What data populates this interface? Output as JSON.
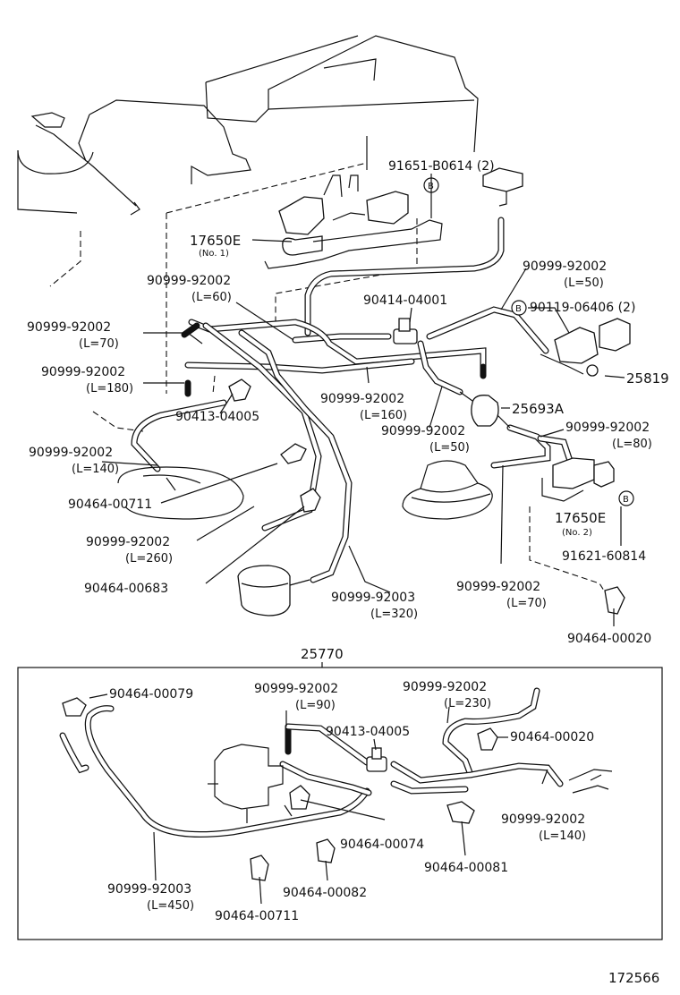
{
  "diagram_number": "172566",
  "assembly_label": "25770",
  "upper_labels": {
    "screw_b0614": "91651-B0614 (2)",
    "vsv_no1_code": "17650E",
    "vsv_no1_note": "(No. 1)",
    "hose_l60_code": "90999-92002",
    "hose_l60_len": "(L=60)",
    "tee_04001": "90414-04001",
    "hose_l50a_code": "90999-92002",
    "hose_l50a_len": "(L=50)",
    "bolt_06406": "90119-06406 (2)",
    "hose_l70a_code": "90999-92002",
    "hose_l70a_len": "(L=70)",
    "hose_l180_code": "90999-92002",
    "hose_l180_len": "(L=180)",
    "part_25819": "25819",
    "hose_l160_code": "90999-92002",
    "hose_l160_len": "(L=160)",
    "joint_04005a": "90413-04005",
    "filter_25693a": "25693A",
    "hose_l140a_code": "90999-92002",
    "hose_l140a_len": "(L=140)",
    "hose_l50b_code": "90999-92002",
    "hose_l50b_len": "(L=50)",
    "hose_l80_code": "90999-92002",
    "hose_l80_len": "(L=80)",
    "clamp_00711a": "90464-00711",
    "hose_l260_code": "90999-92002",
    "hose_l260_len": "(L=260)",
    "vsv_no2_code": "17650E",
    "vsv_no2_note": "(No. 2)",
    "screw_60814": "91621-60814",
    "clamp_00683": "90464-00683",
    "hose_l320_code": "90999-92003",
    "hose_l320_len": "(L=320)",
    "hose_l70b_code": "90999-92002",
    "hose_l70b_len": "(L=70)",
    "clamp_00020a": "90464-00020",
    "marker_b": "B"
  },
  "lower_labels": {
    "clamp_00079": "90464-00079",
    "hose_l90_code": "90999-92002",
    "hose_l90_len": "(L=90)",
    "hose_l230_code": "90999-92002",
    "hose_l230_len": "(L=230)",
    "joint_04005b": "90413-04005",
    "clamp_00020b": "90464-00020",
    "clamp_00074": "90464-00074",
    "hose_l140b_code": "90999-92002",
    "hose_l140b_len": "(L=140)",
    "clamp_00081": "90464-00081",
    "hose_l450_code": "90999-92003",
    "hose_l450_len": "(L=450)",
    "clamp_00082": "90464-00082",
    "clamp_00711b": "90464-00711"
  }
}
